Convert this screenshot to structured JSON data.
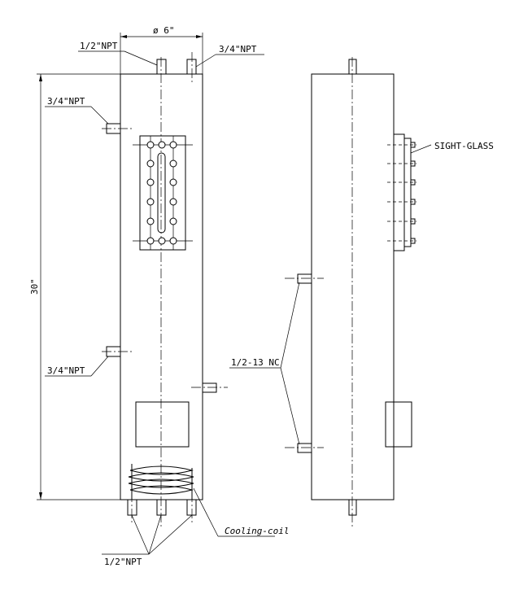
{
  "labels": {
    "diameter": "ø 6\"",
    "height": "30\"",
    "port_top_left": "1/2\"NPT",
    "port_top_right": "3/4\"NPT",
    "port_upper_side": "3/4\"NPT",
    "port_lower_side": "3/4\"NPT",
    "side_view_ports": "1/2-13 NC",
    "sight_glass": "SIGHT-GLASS",
    "cooling_coil": "Cooling-coil",
    "bottom_ports": "1/2\"NPT"
  }
}
